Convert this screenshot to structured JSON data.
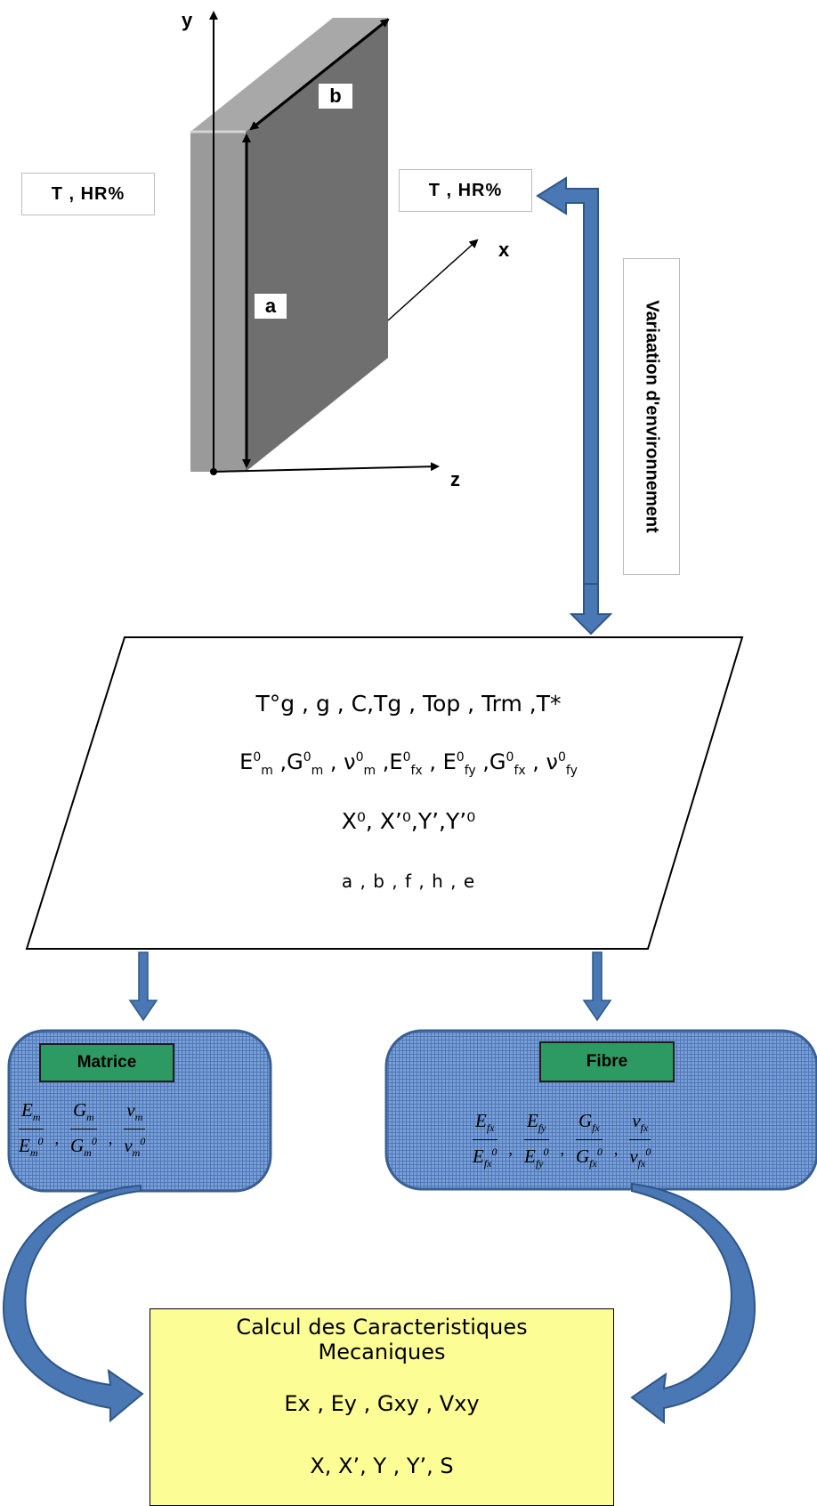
{
  "axes": {
    "y": "y",
    "x": "x",
    "z": "z"
  },
  "dimensions": {
    "a": "a",
    "b": "b"
  },
  "env_left": "T , HR%",
  "env_right": "T , HR%",
  "variation_label": "Variaation d'environnement",
  "params": {
    "line1": "T°g , g , C,Tg , Top , Trm ,T*",
    "line3": "X⁰, X’⁰,Y’,Y’⁰",
    "line4": "a , b , f , h , e"
  },
  "matrice": {
    "title": "Matrice"
  },
  "fibre": {
    "title": "Fibre"
  },
  "result": {
    "title_line1": "Calcul  des Caracteristiques",
    "title_line2": "Mecaniques",
    "line_moduli": "Ex , Ey , Gxy , Vxy",
    "line_strengths": "X, X’, Y , Y’, S"
  },
  "colors": {
    "blue_arrow": "#4a78b5",
    "panel_blue": "#6b93cc",
    "green_label": "#2e9a63",
    "yellow_box": "#fdfd96"
  }
}
